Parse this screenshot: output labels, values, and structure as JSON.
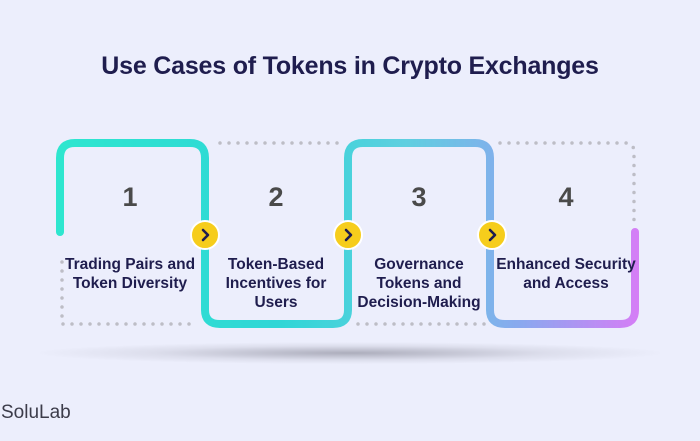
{
  "title": "Use Cases of Tokens in Crypto Exchanges",
  "steps": [
    {
      "number": "1",
      "label": "Trading Pairs and Token Diversity"
    },
    {
      "number": "2",
      "label": "Token-Based Incentives for Users"
    },
    {
      "number": "3",
      "label": "Governance Tokens and Decision-Making"
    },
    {
      "number": "4",
      "label": "Enhanced Security and Access"
    }
  ],
  "brand": "SoluLab",
  "colors": {
    "background": "#eceefc",
    "title": "#1f1d4e",
    "step_number": "#4a4a4a",
    "arrow_badge": "#f6cd1c",
    "dots": "#bdbdc6",
    "gradient_start": "#2ee6cf",
    "gradient_mid": "#8aa8ef",
    "gradient_end": "#d57ef6"
  },
  "icons": {
    "connector": "chevron-right-icon"
  }
}
